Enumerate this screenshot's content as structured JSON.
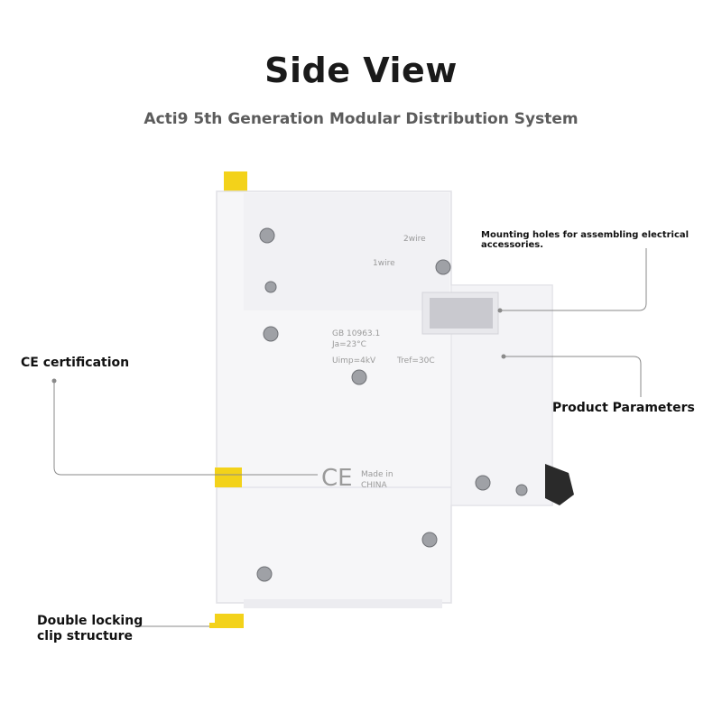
{
  "header": {
    "title": "Side View",
    "subtitle": "Acti9 5th Generation Modular Distribution System"
  },
  "callouts": {
    "ce": "CE certification",
    "mounting": "Mounting holes for assembling electrical accessories.",
    "parameters": "Product Parameters",
    "clip_line1": "Double locking",
    "clip_line2": "clip structure"
  },
  "device_markings": {
    "standard": "GB 10963.1",
    "temp": "Ja=23°C",
    "voltage": "Uimp=4kV",
    "code": "Tref=30C",
    "ce_mark": "CE",
    "made_in_line1": "Made in",
    "made_in_line2": "CHINA",
    "lbl_2wire": "2wire",
    "lbl_1wire": "1wire"
  },
  "colors": {
    "clip_yellow": "#f3d21a",
    "body_white": "#f6f6f8",
    "leader_line": "#8a8a8a"
  }
}
